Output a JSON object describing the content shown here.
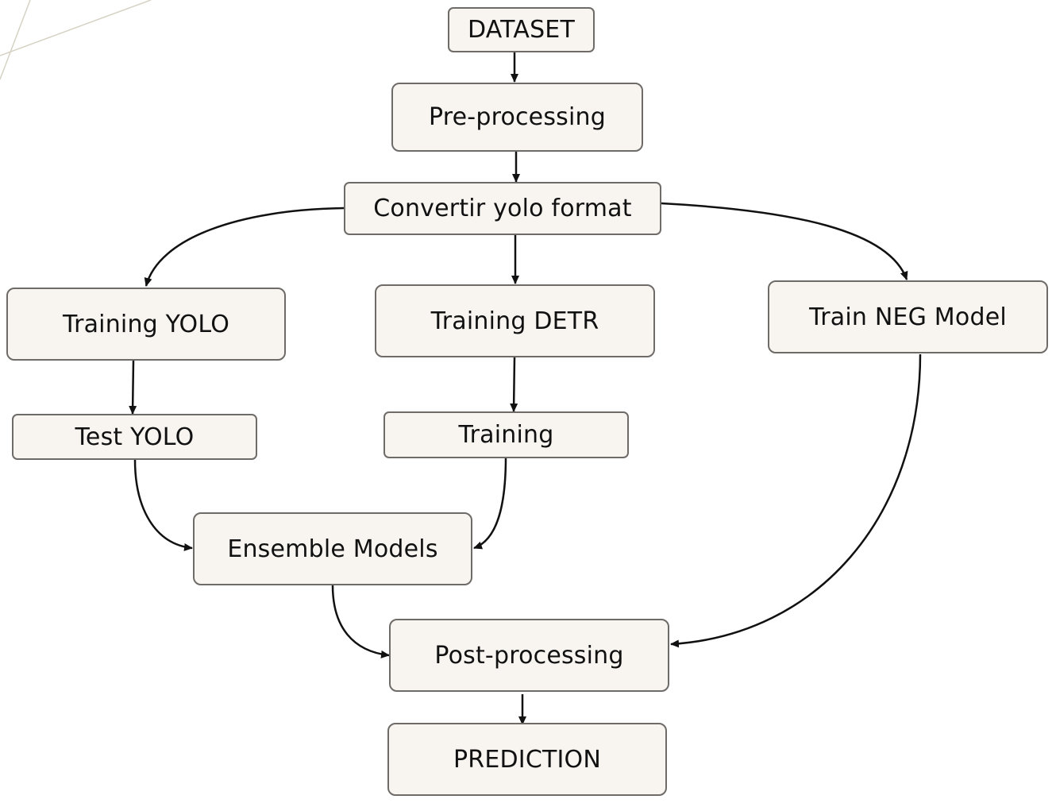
{
  "diagram": {
    "nodes": {
      "dataset": "DATASET",
      "preprocessing": "Pre-processing",
      "convert": "Convertir yolo format",
      "train_yolo": "Training YOLO",
      "train_detr": "Training DETR",
      "train_neg": "Train NEG Model",
      "test_yolo": "Test YOLO",
      "training": "Training",
      "ensemble": "Ensemble Models",
      "postprocessing": "Post-processing",
      "prediction": "PREDICTION"
    },
    "edges": [
      {
        "from": "dataset",
        "to": "preprocessing"
      },
      {
        "from": "preprocessing",
        "to": "convert"
      },
      {
        "from": "convert",
        "to": "train_yolo"
      },
      {
        "from": "convert",
        "to": "train_detr"
      },
      {
        "from": "convert",
        "to": "train_neg"
      },
      {
        "from": "train_yolo",
        "to": "test_yolo"
      },
      {
        "from": "train_detr",
        "to": "training"
      },
      {
        "from": "test_yolo",
        "to": "ensemble"
      },
      {
        "from": "training",
        "to": "ensemble"
      },
      {
        "from": "ensemble",
        "to": "postprocessing"
      },
      {
        "from": "train_neg",
        "to": "postprocessing"
      },
      {
        "from": "postprocessing",
        "to": "prediction"
      }
    ],
    "colors": {
      "node_fill": "#f8f5f1",
      "node_border": "#6f6b68",
      "arrow": "#111111",
      "decoration_line": "#d6d2c4"
    }
  }
}
